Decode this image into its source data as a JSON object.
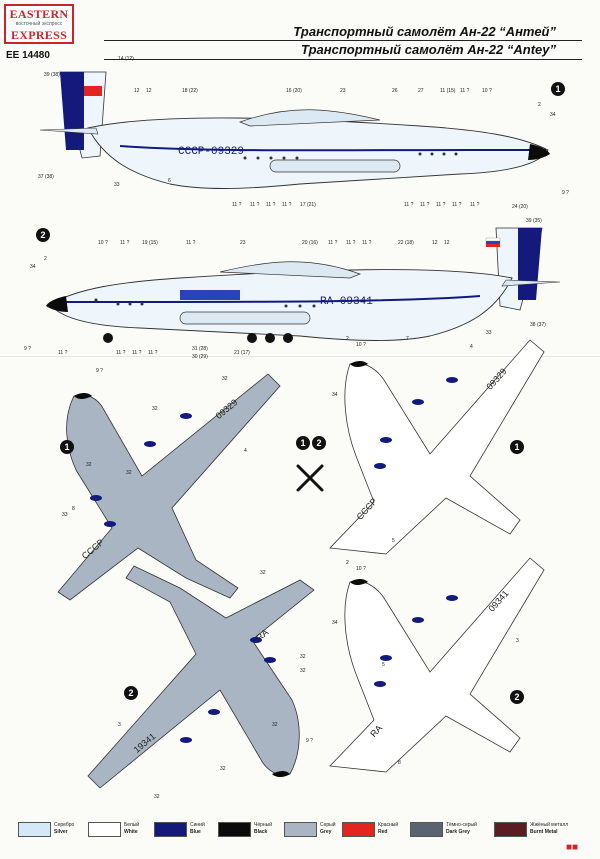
{
  "brand": {
    "line1": "EASTERN",
    "line2": "восточный экспресс",
    "line3": "EXPRESS"
  },
  "kit_number": "EE 14480",
  "titles": {
    "ru": "Транспортный самолёт Ан-22 “Антей”",
    "en": "Транспортный самолёт Ан-22 “Antey”"
  },
  "schemes": {
    "one": "1",
    "two": "2"
  },
  "registrations": {
    "side1": "СССР-09329",
    "side2": "RA-09341",
    "top1": "09329",
    "bottom1": "СССР",
    "top2": "09341",
    "bottom2a": "RA",
    "top1_cccp": "СССР",
    "bottom2b": "19341",
    "small_top": "RA"
  },
  "callouts_top1": [
    "14 (12)",
    "39 (38)",
    "12",
    "12",
    "18 (22)",
    "16 (20)",
    "23",
    "26",
    "27",
    "11 (15)",
    "11 ?",
    "10 ?",
    "2",
    "34",
    "37 (38)",
    "33",
    "6",
    "11 ?",
    "11 ?",
    "11 ?",
    "11 ?",
    "17 (21)",
    "11 ?",
    "11 ?",
    "11 ?",
    "11 ?",
    "11 ?",
    "9 ?"
  ],
  "callouts_side2": [
    "10 ?",
    "11 ?",
    "19 (15)",
    "11 ?",
    "23",
    "20 (16)",
    "11 ?",
    "11 ?",
    "11 ?",
    "22 (18)",
    "12",
    "12",
    "24 (20)",
    "39 (35)",
    "2",
    "34",
    "9 ?",
    "11 ?",
    "11 ?",
    "11 ?",
    "11 ?",
    "31 (28)",
    "30 (29)",
    "21 (17)",
    "7",
    "33",
    "38 (37)"
  ],
  "callouts_plan": [
    "9 ?",
    "32",
    "32",
    "4",
    "32",
    "32",
    "8",
    "33",
    "32",
    "32",
    "32",
    "32",
    "3",
    "32",
    "9 ?",
    "32",
    "2",
    "10 ?",
    "34",
    "4",
    "5",
    "3",
    "2",
    "10 ?",
    "34",
    "5",
    "8"
  ],
  "legend": [
    {
      "ru": "Серебро",
      "en": "Silver",
      "color": "#d4e9f7"
    },
    {
      "ru": "Белый",
      "en": "White",
      "color": "#ffffff"
    },
    {
      "ru": "Синий",
      "en": "Blue",
      "color": "#131a7c"
    },
    {
      "ru": "Чёрный",
      "en": "Black",
      "color": "#0b0b0b"
    },
    {
      "ru": "Серый",
      "en": "Grey",
      "color": "#a9b5c2"
    },
    {
      "ru": "Красный",
      "en": "Red",
      "color": "#e3241f"
    },
    {
      "ru": "Тёмно-серый",
      "en": "Dark Grey",
      "color": "#5a6370"
    },
    {
      "ru": "Жжёный металл",
      "en": "Burnt Metal",
      "color": "#5a1d22"
    }
  ]
}
